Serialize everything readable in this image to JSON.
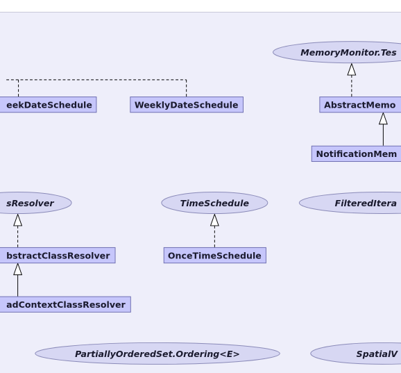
{
  "nodes": {
    "memory_monitor_test": {
      "label": "MemoryMonitor.Tes"
    },
    "week_date_schedule": {
      "label": "eekDateSchedule"
    },
    "weekly_date_schedule": {
      "label": "WeeklyDateSchedule"
    },
    "abstract_memory": {
      "label": "AbstractMemo"
    },
    "notification_memory": {
      "label": "NotificationMem"
    },
    "class_resolver": {
      "label": "sResolver"
    },
    "time_schedule": {
      "label": "TimeSchedule"
    },
    "filtered_iterator": {
      "label": "FilteredItera"
    },
    "abstract_class_resolver": {
      "label": "bstractClassResolver"
    },
    "once_time_schedule": {
      "label": "OnceTimeSchedule"
    },
    "thread_context_class_resolver": {
      "label": "adContextClassResolver"
    },
    "partially_ordered_set_ordering": {
      "label": "PartiallyOrderedSet.Ordering<E>"
    },
    "spatial": {
      "label": "SpatialV"
    }
  }
}
